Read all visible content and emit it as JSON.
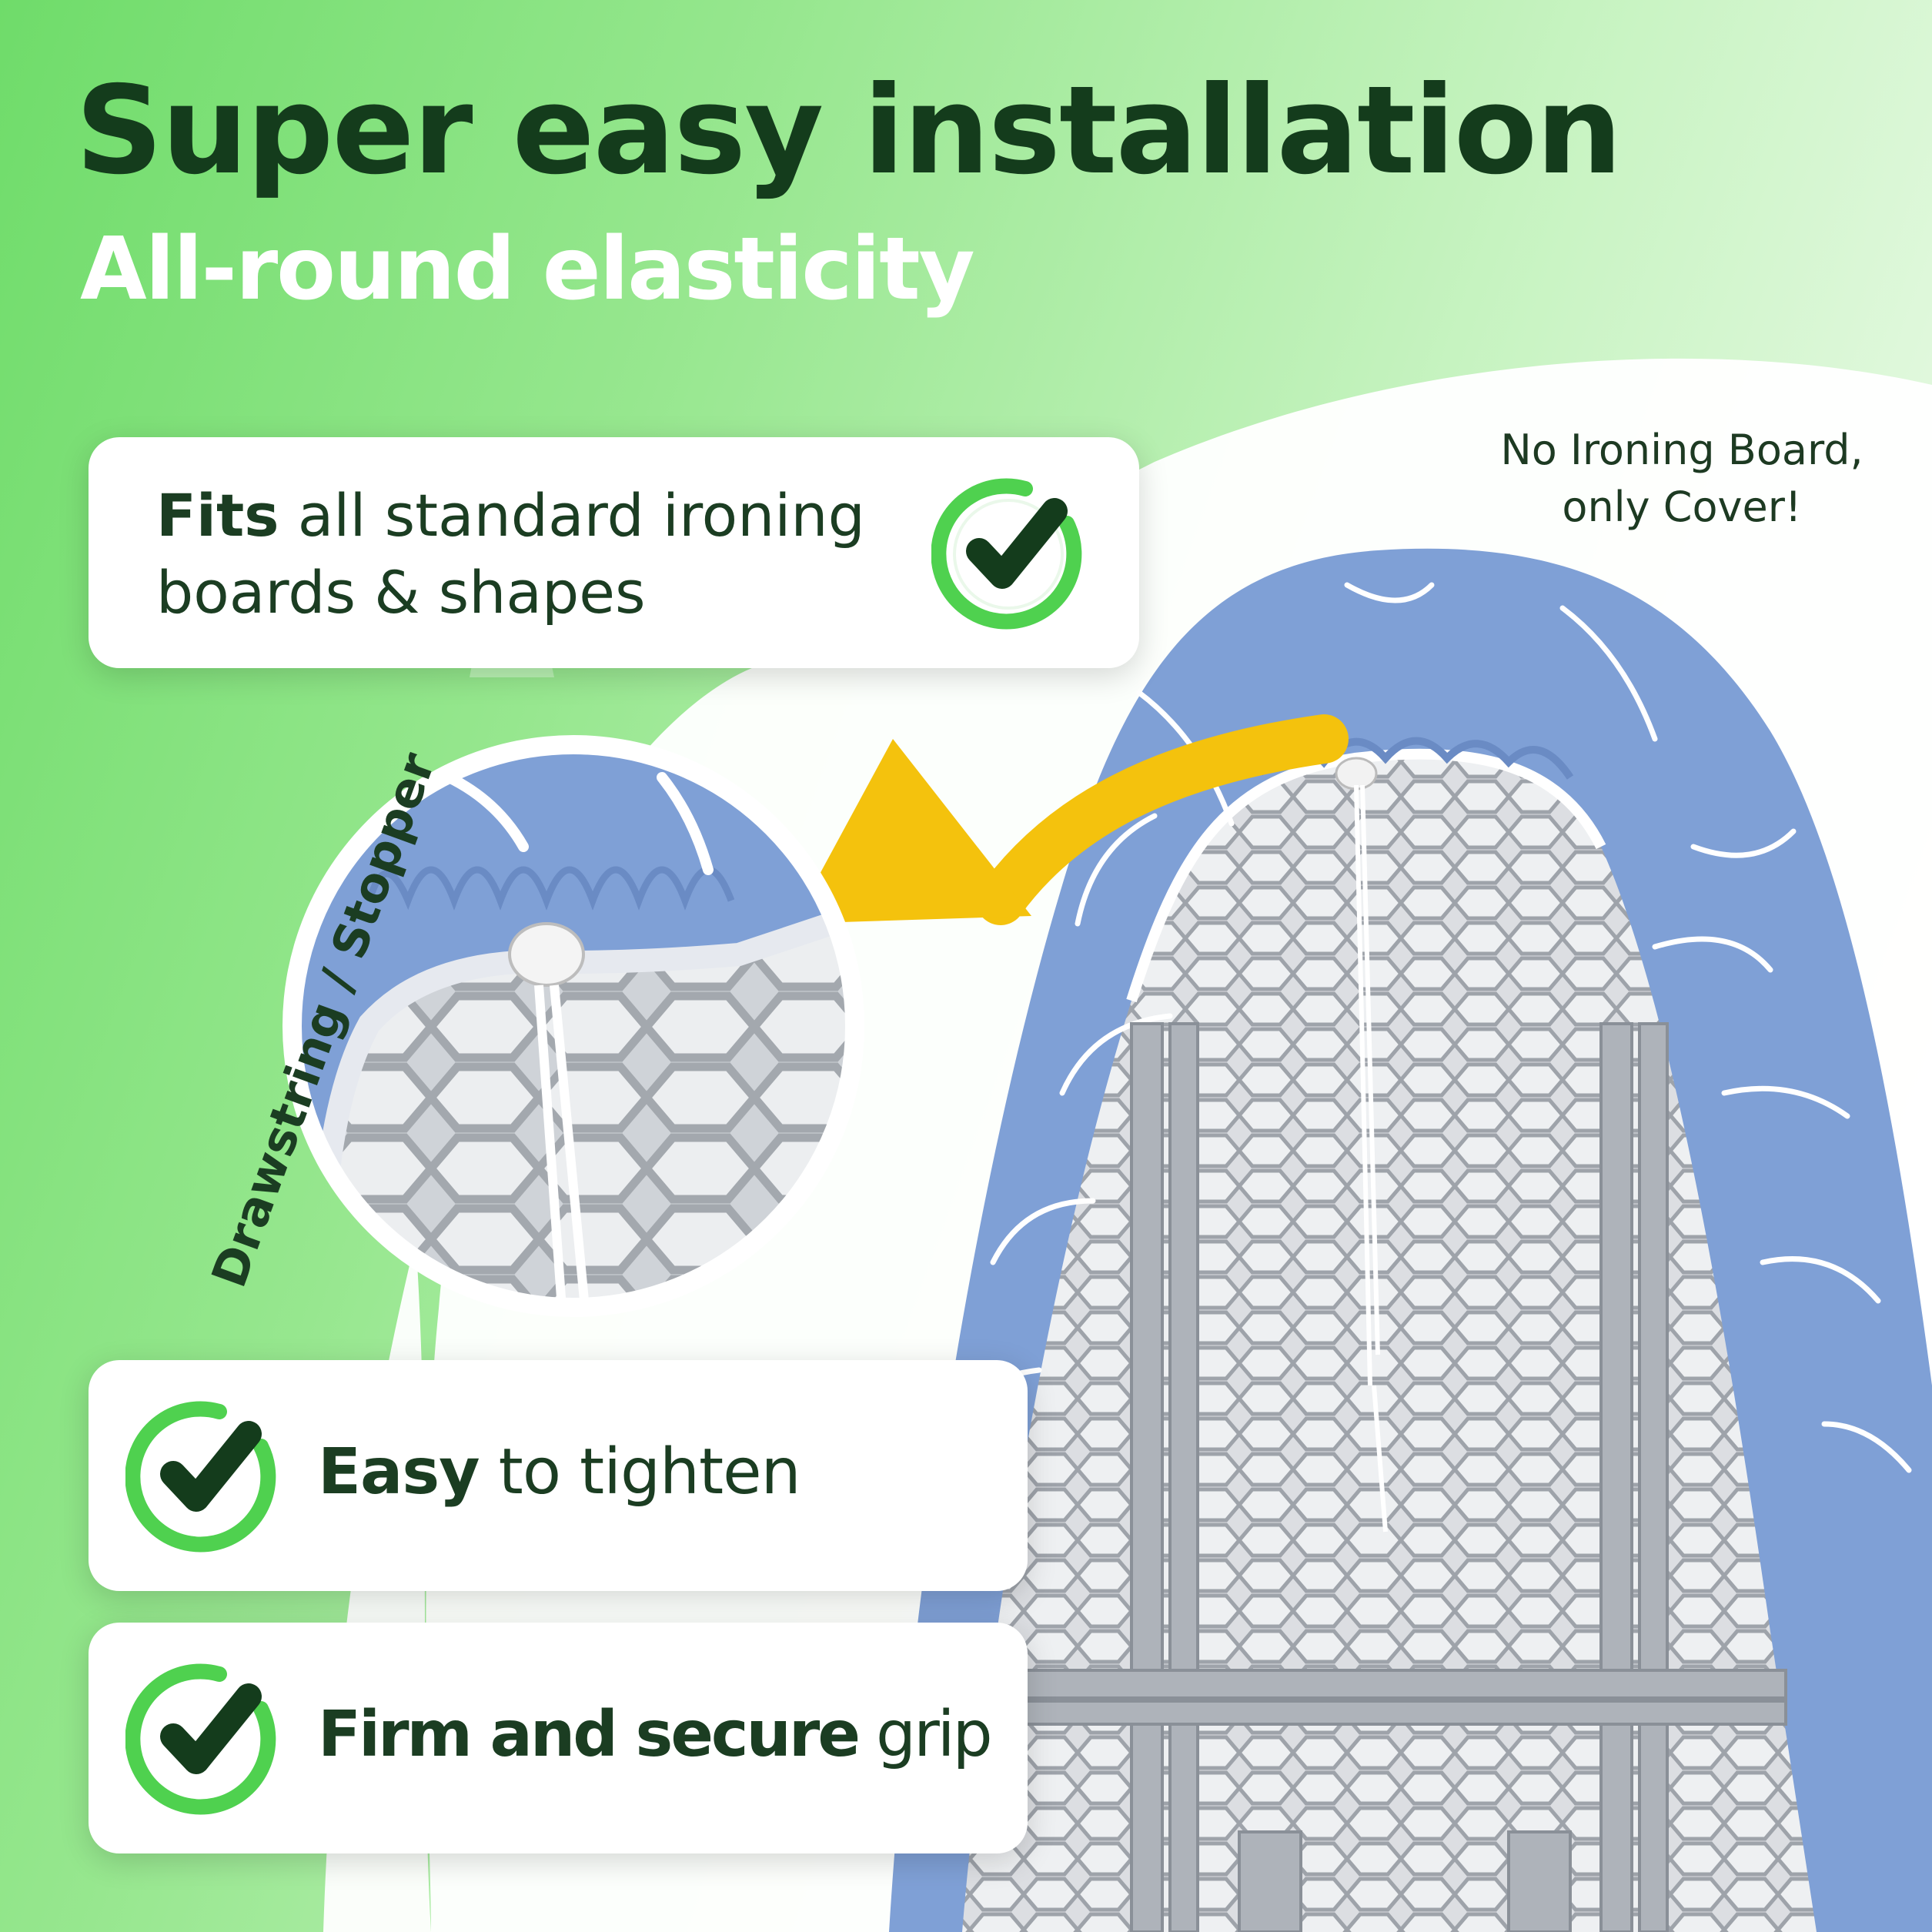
{
  "headline": "Super easy installation",
  "subheadline": "All-round elasticity",
  "product_note": [
    "No Ironing Board,",
    "only Cover!"
  ],
  "detail_label": "Drawstring / Stopper",
  "features": [
    {
      "bold": "Fits",
      "rest_line1": " all standard ironing",
      "line2": "boards & shapes"
    },
    {
      "bold": "Easy",
      "rest": " to tighten"
    },
    {
      "bold": "Firm and secure",
      "rest": " grip"
    }
  ],
  "colors": {
    "brand_dark_green": "#143c1c",
    "check_green": "#4fd14f",
    "arrow_yellow": "#f4c20d",
    "cover_blue": "#7fa0d6"
  },
  "icons": [
    "check-circle-icon",
    "curved-arrow-icon"
  ]
}
